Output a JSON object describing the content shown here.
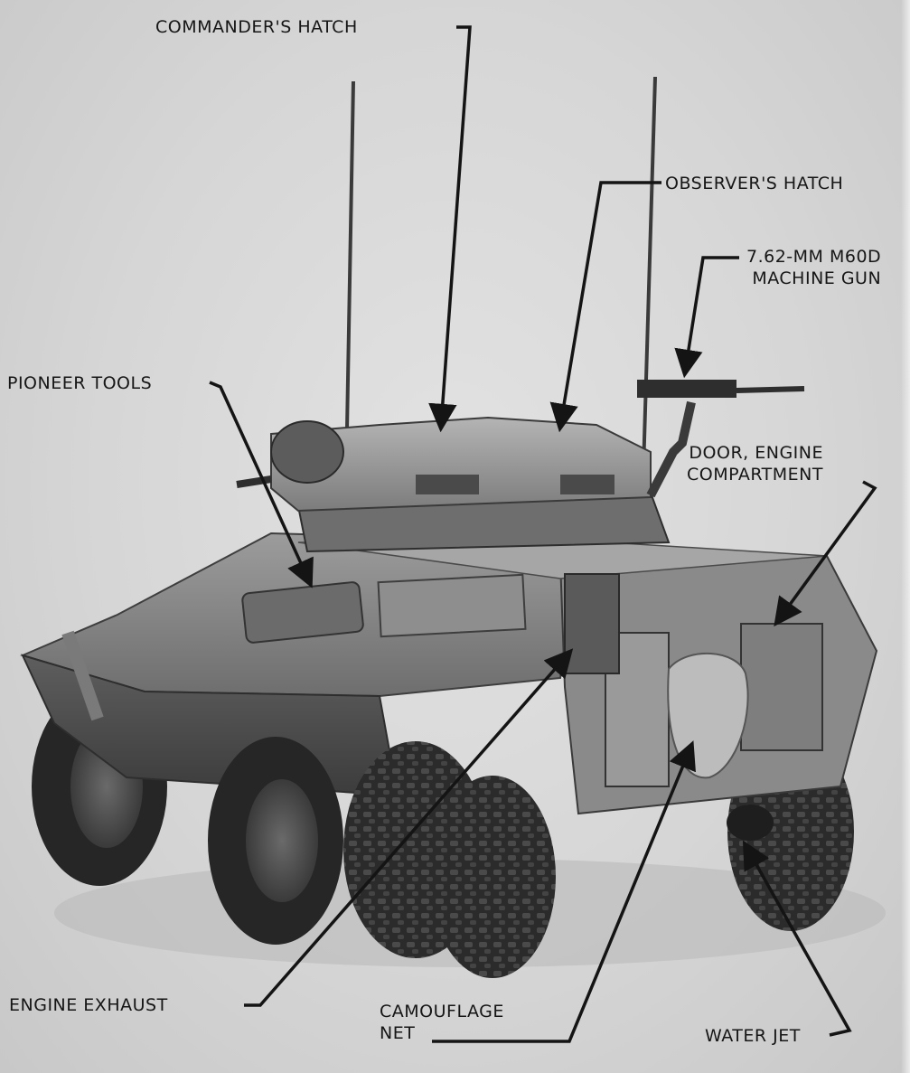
{
  "labels": {
    "commanders_hatch": "COMMANDER'S HATCH",
    "observers_hatch": "OBSERVER'S HATCH",
    "machine_gun_line1": "7.62-MM M60D",
    "machine_gun_line2": "MACHINE GUN",
    "pioneer_tools": "PIONEER TOOLS",
    "door_engine_line1": "DOOR, ENGINE",
    "door_engine_line2": "COMPARTMENT",
    "engine_exhaust": "ENGINE EXHAUST",
    "camouflage_net_line1": "CAMOUFLAGE",
    "camouflage_net_line2": "NET",
    "water_jet": "WATER JET"
  },
  "colors": {
    "background": "#d6d6d6",
    "hull": "#7a7a7a",
    "tire": "#2a2a2a",
    "ink": "#161616"
  }
}
